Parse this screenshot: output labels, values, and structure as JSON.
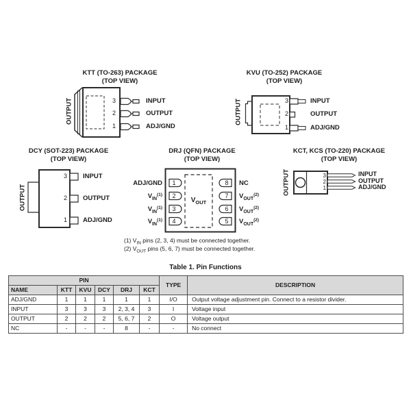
{
  "page": {
    "background": "#ffffff",
    "ink_color": "#2b2b2b",
    "table_header_bg": "#d9d9d9"
  },
  "packages": {
    "ktt": {
      "title": "KTT (TO-263) PACKAGE",
      "view": "(TOP VIEW)",
      "tab_label": "OUTPUT",
      "pins": [
        {
          "num": "3",
          "label": "INPUT"
        },
        {
          "num": "2",
          "label": "OUTPUT"
        },
        {
          "num": "1",
          "label": "ADJ/GND"
        }
      ]
    },
    "kvu": {
      "title": "KVU (TO-252) PACKAGE",
      "view": "(TOP VIEW)",
      "tab_label": "OUTPUT",
      "pins": [
        {
          "num": "3",
          "label": "INPUT"
        },
        {
          "num": "2",
          "label": "OUTPUT"
        },
        {
          "num": "1",
          "label": "ADJ/GND"
        }
      ]
    },
    "dcy": {
      "title": "DCY (SOT-223) PACKAGE",
      "view": "(TOP VIEW)",
      "tab_label": "OUTPUT",
      "pins": [
        {
          "num": "3",
          "label": "INPUT"
        },
        {
          "num": "2",
          "label": "OUTPUT"
        },
        {
          "num": "1",
          "label": "ADJ/GND"
        }
      ]
    },
    "drj": {
      "title": "DRJ (QFN) PACKAGE",
      "view": "(TOP VIEW)",
      "center_label": {
        "base": "V",
        "sub": "OUT"
      },
      "left_pins": [
        {
          "num": "1",
          "label": {
            "base": "ADJ/GND",
            "sub": "",
            "sup": ""
          }
        },
        {
          "num": "2",
          "label": {
            "base": "V",
            "sub": "IN",
            "sup": "(1)"
          }
        },
        {
          "num": "3",
          "label": {
            "base": "V",
            "sub": "IN",
            "sup": "(1)"
          }
        },
        {
          "num": "4",
          "label": {
            "base": "V",
            "sub": "IN",
            "sup": "(1)"
          }
        }
      ],
      "right_pins": [
        {
          "num": "8",
          "label": {
            "base": "NC",
            "sub": "",
            "sup": ""
          }
        },
        {
          "num": "7",
          "label": {
            "base": "V",
            "sub": "OUT",
            "sup": "(2)"
          }
        },
        {
          "num": "6",
          "label": {
            "base": "V",
            "sub": "OUT",
            "sup": "(2)"
          }
        },
        {
          "num": "5",
          "label": {
            "base": "V",
            "sub": "OUT",
            "sup": "(2)"
          }
        }
      ]
    },
    "kct": {
      "title": "KCT, KCS (TO-220) PACKAGE",
      "view": "(TOP VIEW)",
      "tab_label": "OUTPUT",
      "pins": [
        {
          "num": "3",
          "label": "INPUT"
        },
        {
          "num": "2",
          "label": "OUTPUT"
        },
        {
          "num": "1",
          "label": "ADJ/GND"
        }
      ]
    }
  },
  "footnotes": [
    {
      "pre": "(1) V",
      "sub": "IN",
      "post": " pins (2, 3, 4) must be connected together."
    },
    {
      "pre": "(2) V",
      "sub": "OUT",
      "post": " pins (5, 6, 7) must be connected together."
    }
  ],
  "pin_table": {
    "title": "Table 1. Pin Functions",
    "group_headers": {
      "pin": "PIN",
      "type": "TYPE",
      "description": "DESCRIPTION"
    },
    "columns": [
      "NAME",
      "KTT",
      "KVU",
      "DCY",
      "DRJ",
      "KCT"
    ],
    "rows": [
      {
        "name": "ADJ/GND",
        "ktt": "1",
        "kvu": "1",
        "dcy": "1",
        "drj": "1",
        "kct": "1",
        "type": "I/O",
        "description": "Output voltage adjustment pin. Connect to a resistor divider."
      },
      {
        "name": "INPUT",
        "ktt": "3",
        "kvu": "3",
        "dcy": "3",
        "drj": "2, 3, 4",
        "kct": "3",
        "type": "I",
        "description": "Voltage input"
      },
      {
        "name": "OUTPUT",
        "ktt": "2",
        "kvu": "2",
        "dcy": "2",
        "drj": "5, 6, 7",
        "kct": "2",
        "type": "O",
        "description": "Voltage output"
      },
      {
        "name": "NC",
        "ktt": "-",
        "kvu": "-",
        "dcy": "-",
        "drj": "8",
        "kct": "-",
        "type": "-",
        "description": "No connect"
      }
    ]
  }
}
